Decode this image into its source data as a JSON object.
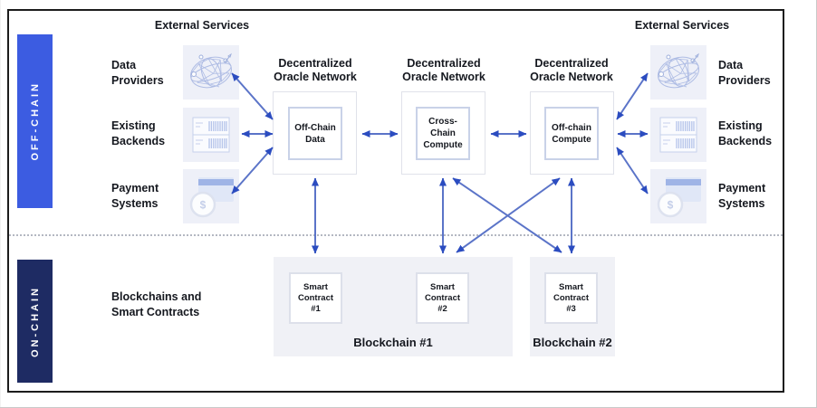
{
  "colors": {
    "frame": "#1c1c1c",
    "offchain_bg": "#3c5ce1",
    "onchain_bg": "#1e2b63",
    "text": "#15181f",
    "tile_bg": "#eef0f8",
    "box_border": "#e0e2ea",
    "inner_border": "#c9d2e8",
    "blockchain_bg": "#f0f1f6",
    "sc_border": "#dde0ea",
    "arrow_line": "#5b74c8",
    "arrow_head": "#2b4cc0",
    "divider": "#b4b8c2"
  },
  "bands": {
    "offchain": "OFF-CHAIN",
    "onchain": "ON-CHAIN"
  },
  "external_services_left": "External Services",
  "external_services_right": "External Services",
  "left_services": [
    {
      "line1": "Data",
      "line2": "Providers"
    },
    {
      "line1": "Existing",
      "line2": "Backends"
    },
    {
      "line1": "Payment",
      "line2": "Systems"
    }
  ],
  "right_services": [
    {
      "line1": "Data",
      "line2": "Providers"
    },
    {
      "line1": "Existing",
      "line2": "Backends"
    },
    {
      "line1": "Payment",
      "line2": "Systems"
    }
  ],
  "dons": [
    {
      "header_line1": "Decentralized",
      "header_line2": "Oracle Network",
      "core_line1": "Off-Chain",
      "core_line2": "Data"
    },
    {
      "header_line1": "Decentralized",
      "header_line2": "Oracle Network",
      "core_line1": "Cross-Chain",
      "core_line2": "Compute"
    },
    {
      "header_line1": "Decentralized",
      "header_line2": "Oracle Network",
      "core_line1": "Off-chain",
      "core_line2": "Compute"
    }
  ],
  "onchain_label": {
    "line1": "Blockchains and",
    "line2": "Smart Contracts"
  },
  "blockchains": [
    {
      "label": "Blockchain #1",
      "contracts": [
        {
          "lines": [
            "Smart",
            "Contract",
            "#1"
          ]
        },
        {
          "lines": [
            "Smart",
            "Contract",
            "#2"
          ]
        }
      ]
    },
    {
      "label": "Blockchain #2",
      "contracts": [
        {
          "lines": [
            "Smart",
            "Contract",
            "#3"
          ]
        }
      ]
    }
  ]
}
